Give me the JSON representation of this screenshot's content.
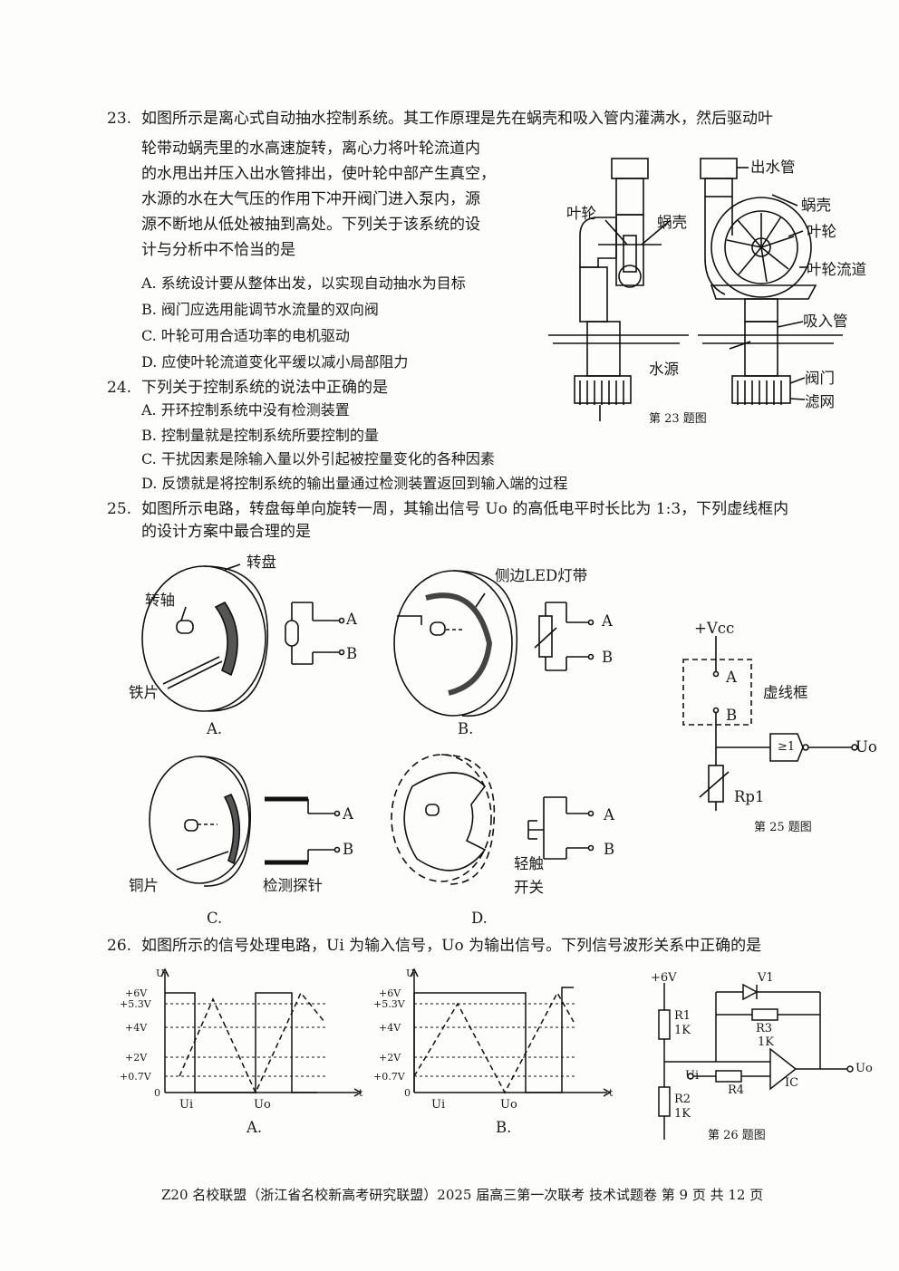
{
  "q23": {
    "number": "23.",
    "lines": [
      "如图所示是离心式自动抽水控制系统。其工作原理是先在蜗壳和吸入管内灌满水，然后驱动叶",
      "轮带动蜗壳里的水高速旋转，离心力将叶轮流道内",
      "的水甩出并压入出水管排出，使叶轮中部产生真空，",
      "水源的水在大气压的作用下冲开阀门进入泵内，源",
      "源不断地从低处被抽到高处。下列关于该系统的设",
      "计与分析中不恰当的是"
    ],
    "options": [
      "A. 系统设计要从整体出发，以实现自动抽水为目标",
      "B. 阀门应选用能调节水流量的双向阀",
      "C. 叶轮可用合适功率的电机驱动",
      "D. 应使叶轮流道变化平缓以减小局部阻力"
    ],
    "figure": {
      "labels": [
        "出水管",
        "蜗壳",
        "叶轮",
        "叶轮流道",
        "吸入管",
        "水源",
        "阀门",
        "滤网",
        "叶轮",
        "蜗壳"
      ],
      "caption": "第 23 题图"
    }
  },
  "q24": {
    "number": "24.",
    "stem": "下列关于控制系统的说法中正确的是",
    "options": [
      "A. 开环控制系统中没有检测装置",
      "B. 控制量就是控制系统所要控制的量",
      "C. 干扰因素是除输入量以外引起被控量变化的各种因素",
      "D. 反馈就是将控制系统的输出量通过检测装置返回到输入端的过程"
    ]
  },
  "q25": {
    "number": "25.",
    "lines": [
      "如图所示电路，转盘每单向旋转一周，其输出信号 Uo 的高低电平时长比为 1:3，下列虚线框内",
      "的设计方案中最合理的是"
    ],
    "figA": {
      "labels": [
        "转盘",
        "转轴",
        "铁片"
      ],
      "terminals": [
        "A",
        "B"
      ],
      "option": "A."
    },
    "figB": {
      "labels": [
        "侧边LED灯带"
      ],
      "terminals": [
        "A",
        "B"
      ],
      "option": "B."
    },
    "figC": {
      "labels": [
        "铜片",
        "检测探针"
      ],
      "terminals": [
        "A",
        "B"
      ],
      "option": "C."
    },
    "figD": {
      "labels": [
        "轻触",
        "开关"
      ],
      "terminals": [
        "A",
        "B"
      ],
      "option": "D."
    },
    "circuit": {
      "vcc": "+Vcc",
      "box_label": "虚线框",
      "a": "A",
      "b": "B",
      "gate": "≥1",
      "out": "Uo",
      "rp": "Rp1",
      "caption": "第 25 题图"
    }
  },
  "q26": {
    "number": "26.",
    "stem": "如图所示的信号处理电路，Ui 为输入信号，Uo 为输出信号。下列信号波形关系中正确的是",
    "graphA": {
      "y_label": "U",
      "x_label": "t",
      "ticks": [
        "+6V",
        "+5.3V",
        "+4V",
        "+2V",
        "+0.7V",
        "0"
      ],
      "legend_ui": "Ui",
      "legend_uo": "Uo",
      "option": "A."
    },
    "graphB": {
      "y_label": "U",
      "x_label": "t",
      "ticks": [
        "+6V",
        "+5.3V",
        "+4V",
        "+2V",
        "+0.7V",
        "0"
      ],
      "legend_ui": "Ui",
      "legend_uo": "Uo",
      "option": "B."
    },
    "circuit": {
      "vcc": "+6V",
      "v1": "V1",
      "r1": "R1",
      "r1v": "1K",
      "r2": "R2",
      "r2v": "1K",
      "r3": "R3",
      "r3v": "1K",
      "r4": "R4",
      "ic": "IC",
      "ui": "Ui",
      "uo": "Uo",
      "caption": "第 26 题图"
    }
  },
  "footer": "Z20 名校联盟（浙江省名校新高考研究联盟）2025 届高三第一次联考  技术试题卷  第 9 页 共 12 页"
}
